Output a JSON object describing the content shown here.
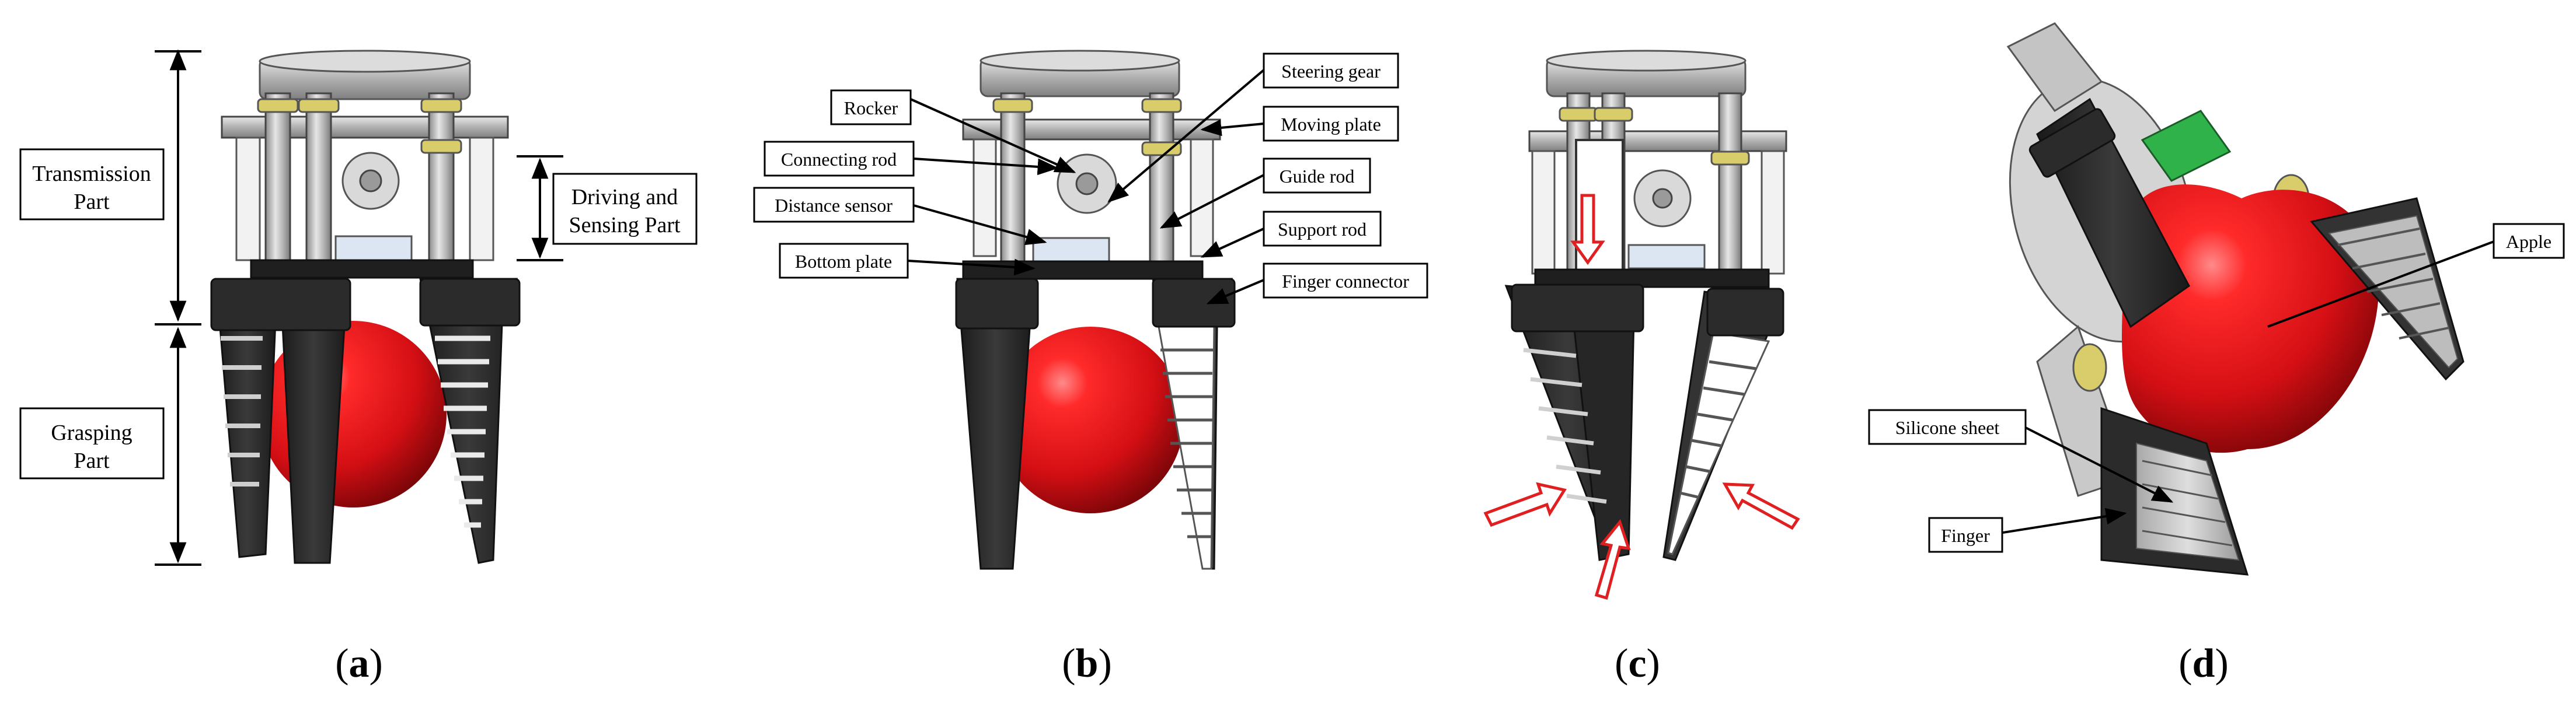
{
  "panel_a": {
    "caption_letter": "a",
    "transmission_line1": "Transmission",
    "transmission_line2": "Part",
    "driving_line1": "Driving and",
    "driving_line2": "Sensing Part",
    "grasping_line1": "Grasping",
    "grasping_line2": "Part"
  },
  "panel_b": {
    "caption_letter": "b",
    "labels": {
      "rocker": "Rocker",
      "connecting_rod": "Connecting rod",
      "distance_sensor": "Distance sensor",
      "bottom_plate": "Bottom plate",
      "steering_gear": "Steering gear",
      "moving_plate": "Moving plate",
      "guide_rod": "Guide rod",
      "support_rod": "Support rod",
      "finger_connector": "Finger connector"
    }
  },
  "panel_c": {
    "caption_letter": "c"
  },
  "panel_d": {
    "caption_letter": "d",
    "labels": {
      "apple": "Apple",
      "silicone_sheet": "Silicone sheet",
      "finger": "Finger"
    }
  },
  "colors": {
    "apple_red": "#e0141b",
    "finger_dark": "#2a2a2a",
    "silicone_gray": "#c9c9c9",
    "metal": "#b8b8b8",
    "servo_green": "#2fb24a",
    "brass": "#d8cd6a",
    "arrow_red": "#e02020"
  }
}
